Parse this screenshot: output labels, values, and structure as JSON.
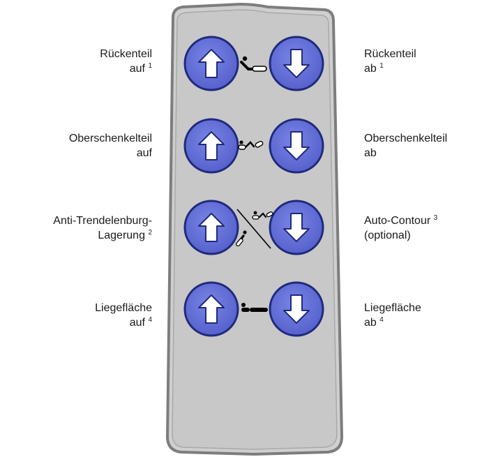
{
  "colors": {
    "remote_body": "#cacaca",
    "remote_border": "#7d7d7d",
    "button_fill": "#6470d8",
    "button_ring": "#1f2a7c",
    "arrow_fill": "#ffffff",
    "icon_color": "#000000"
  },
  "rows": [
    {
      "left": {
        "line1": "Rückenteil",
        "line2": "auf",
        "sup2": "1"
      },
      "right": {
        "line1": "Rückenteil",
        "line2": "ab",
        "sup2": "1"
      },
      "icon": "backrest-icon"
    },
    {
      "left": {
        "line1": "Oberschenkelteil",
        "line2": "auf",
        "sup2": ""
      },
      "right": {
        "line1": "Oberschenkelteil",
        "line2": "ab",
        "sup2": ""
      },
      "icon": "thigh-section-icon"
    },
    {
      "left": {
        "line1": "Anti-Trendelenburg-",
        "line2": "Lagerung",
        "sup2": "2"
      },
      "right": {
        "line1": "Auto-Contour",
        "sup1": "3",
        "line2": "(optional)"
      },
      "icon": "anti-trendelenburg-auto-contour-icon"
    },
    {
      "left": {
        "line1": "Liegefläche",
        "line2": "auf",
        "sup2": "4"
      },
      "right": {
        "line1": "Liegefläche",
        "line2": "ab",
        "sup2": "4"
      },
      "icon": "mattress-platform-icon"
    }
  ]
}
